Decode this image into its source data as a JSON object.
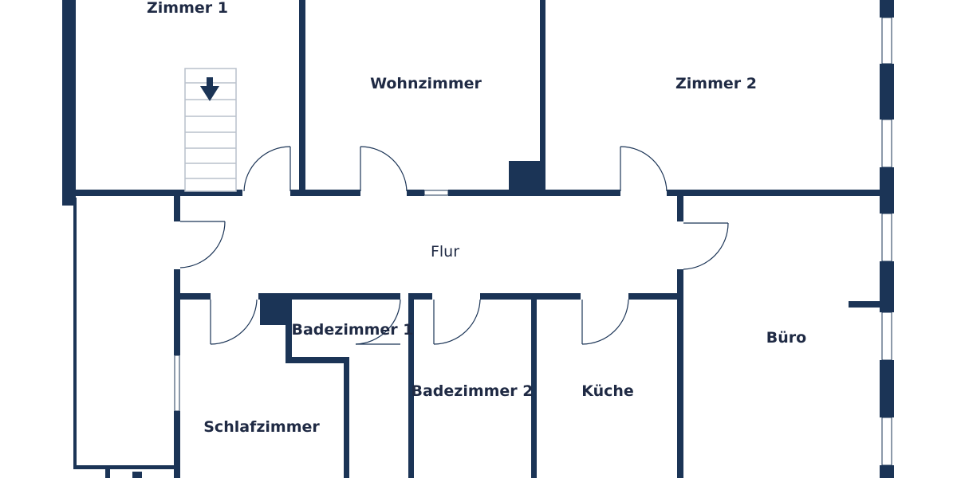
{
  "rooms": {
    "zimmer1": "Zimmer 1",
    "wohnzimmer": "Wohnzimmer",
    "zimmer2": "Zimmer 2",
    "flur": "Flur",
    "badezimmer1": "Badezimmer 1",
    "badezimmer2": "Badezimmer 2",
    "kueche": "Küche",
    "buero": "Büro",
    "schlafzimmer": "Schlafzimmer"
  },
  "colors": {
    "wall": "#1b3456",
    "label": "#1f2a44",
    "stairs": "#b9c1cc"
  },
  "icons": {
    "stairs": "staircase-down-arrow-icon"
  }
}
